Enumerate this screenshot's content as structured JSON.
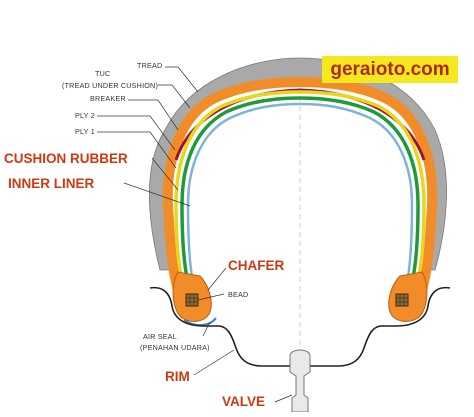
{
  "watermark": "geraioto.com",
  "labels": {
    "tread": "TREAD",
    "tuc": "TUC",
    "tuc_sub": "(TREAD UNDER CUSHION)",
    "breaker": "BREAKER",
    "ply2": "PLY 2",
    "ply1": "PLY 1",
    "cushion_rubber": "CUSHION RUBBER",
    "inner_liner": "INNER LINER",
    "chafer": "CHAFER",
    "bead": "BEAD",
    "air_seal": "AIR SEAL",
    "air_seal_sub": "(PENAHAN UDARA)",
    "rim": "RIM",
    "valve": "VALVE"
  },
  "colors": {
    "tread": "#a9a9a9",
    "tuc": "#f28c28",
    "breaker": "#a3122e",
    "ply2": "#e8d51e",
    "ply1": "#1f9a3a",
    "inner": "#7fb3d5",
    "callout": "#cc3a10"
  }
}
